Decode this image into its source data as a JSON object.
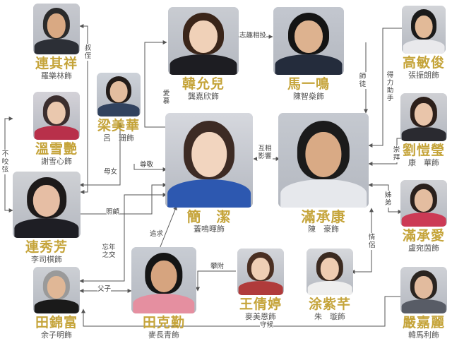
{
  "people": [
    {
      "id": "lian_qixiang",
      "name": "連其祥",
      "actor": "羅樂林飾",
      "colors": {
        "hair": "#2b2b2b",
        "face": "#d9a983",
        "body": "#2c2f36",
        "bg": "#c7c9cf"
      }
    },
    {
      "id": "wen_xueyan",
      "name": "溫雪艷",
      "actor": "謝雪心飾",
      "colors": {
        "hair": "#3b2e2e",
        "face": "#eac8ae",
        "body": "#b8304a",
        "bg": "#d4d2d8"
      }
    },
    {
      "id": "lian_xiufang",
      "name": "連秀芳",
      "actor": "李司棋飾",
      "colors": {
        "hair": "#1d1a1a",
        "face": "#e6bea4",
        "body": "#1e1e24",
        "bg": "#cfd1d5"
      }
    },
    {
      "id": "liang_meihua",
      "name": "梁美華",
      "actor": "呂　珊飾",
      "colors": {
        "hair": "#231c19",
        "face": "#e3bd9f",
        "body": "#31425e",
        "bg": "#cdd2d9"
      }
    },
    {
      "id": "han_yuner",
      "name": "韓允兒",
      "actor": "龔嘉欣飾",
      "colors": {
        "hair": "#3a2519",
        "face": "#f0d1b8",
        "body": "#1d1d22",
        "bg": "#c9ccd2"
      }
    },
    {
      "id": "ma_yiming",
      "name": "馬一鳴",
      "actor": "陳智燊飾",
      "colors": {
        "hair": "#141414",
        "face": "#ddb28f",
        "body": "#242c3c",
        "bg": "#c3c7cf"
      }
    },
    {
      "id": "gao_minjun",
      "name": "高敏俊",
      "actor": "張振朗飾",
      "colors": {
        "hair": "#1a1a1a",
        "face": "#e2ba98",
        "body": "#e9e9ec",
        "bg": "#d2d4d8"
      }
    },
    {
      "id": "jian_jie",
      "name": "簡　潔",
      "actor": "蓋鳴暉飾",
      "colors": {
        "hair": "#3d2b24",
        "face": "#f2d5bf",
        "body": "#2d58b0",
        "bg": "#d6d8de"
      }
    },
    {
      "id": "man_chengkang",
      "name": "滿承康",
      "actor": "陳　豪飾",
      "colors": {
        "hair": "#1b1b1b",
        "face": "#d9aa85",
        "body": "#e6e8ec",
        "bg": "#c5c9d0"
      }
    },
    {
      "id": "liu_kaiying",
      "name": "劉愷瑩",
      "actor": "康　華飾",
      "colors": {
        "hair": "#2c1f1a",
        "face": "#e9c5aa",
        "body": "#2a2a30",
        "bg": "#cfd0d4"
      }
    },
    {
      "id": "man_chengai",
      "name": "滿承愛",
      "actor": "盧宛茵飾",
      "colors": {
        "hair": "#2a201c",
        "face": "#e4bda0",
        "body": "#cc3a55",
        "bg": "#d1d2d6"
      }
    },
    {
      "id": "tian_jingfu",
      "name": "田錦富",
      "actor": "余子明飾",
      "colors": {
        "hair": "#9a9a9a",
        "face": "#e0b796",
        "body": "#1a1a1a",
        "bg": "#cdd0d5"
      }
    },
    {
      "id": "tian_keqin",
      "name": "田克勤",
      "actor": "麥長青飾",
      "colors": {
        "hair": "#151515",
        "face": "#d6a47f",
        "body": "#e58fa0",
        "bg": "#c8ccd3"
      }
    },
    {
      "id": "wang_qianting",
      "name": "王倩婷",
      "actor": "麥美恩飾",
      "colors": {
        "hair": "#4a2f22",
        "face": "#efcfb5",
        "body": "#b03b3b",
        "bg": "#d3d5da"
      }
    },
    {
      "id": "tu_ziqian",
      "name": "涂紫芊",
      "actor": "朱　璇飾",
      "colors": {
        "hair": "#3b2a20",
        "face": "#efcdb2",
        "body": "#eeeeee",
        "bg": "#d6d8dc"
      }
    },
    {
      "id": "yan_jiali",
      "name": "嚴嘉麗",
      "actor": "韓馬利飾",
      "colors": {
        "hair": "#2a2420",
        "face": "#e2bb9e",
        "body": "#585c66",
        "bg": "#cfd1d6"
      }
    }
  ],
  "relations": {
    "shuzhi": "叔侄",
    "bujiaoxian": "不咬弦",
    "munv": "母女",
    "zunjing": "尊敬",
    "zhaogu": "照顧",
    "aimu": "愛慕",
    "zhiqu": "志趣相投",
    "shitu": "師徒",
    "deli": "得力助手",
    "huxiang": "互相影響",
    "chongbai": "崇拜",
    "zidi": "姊弟",
    "qinglv": "情侶",
    "zhuiqiu": "追求",
    "wangnian": "忘年之交",
    "fuzi": "父子",
    "panfu": "攀附",
    "shouhou": "守候"
  },
  "line_color": "#555555",
  "name_color": "#c5a43a"
}
